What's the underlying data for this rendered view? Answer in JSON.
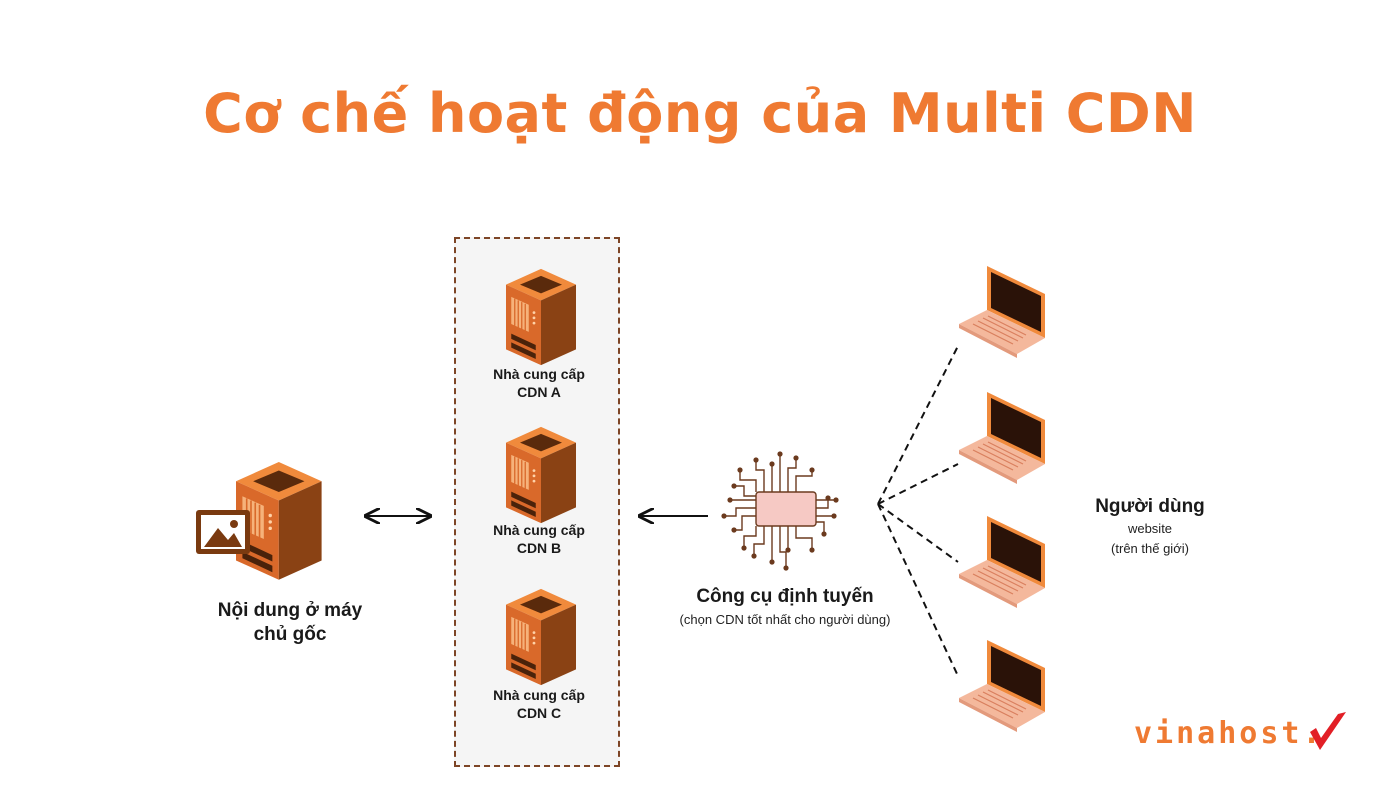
{
  "title": "Cơ chế hoạt động của Multi CDN",
  "origin": {
    "label_line1": "Nội dung ở máy",
    "label_line2": "chủ gốc"
  },
  "cdn_providers": [
    {
      "line1": "Nhà cung cấp",
      "line2": "CDN A"
    },
    {
      "line1": "Nhà cung cấp",
      "line2": "CDN B"
    },
    {
      "line1": "Nhà cung cấp",
      "line2": "CDN C"
    }
  ],
  "router": {
    "label": "Công cụ định tuyến",
    "sublabel": "(chọn CDN tốt nhất cho người dùng)"
  },
  "users": {
    "label": "Người dùng",
    "sub1": "website",
    "sub2": "(trên thế giới)"
  },
  "brand": {
    "text": "vinahost."
  },
  "colors": {
    "accent": "#ef7a32",
    "server_dark": "#7a3a10",
    "chip": "#f6c9c4",
    "laptop_screen": "#2a1208"
  }
}
